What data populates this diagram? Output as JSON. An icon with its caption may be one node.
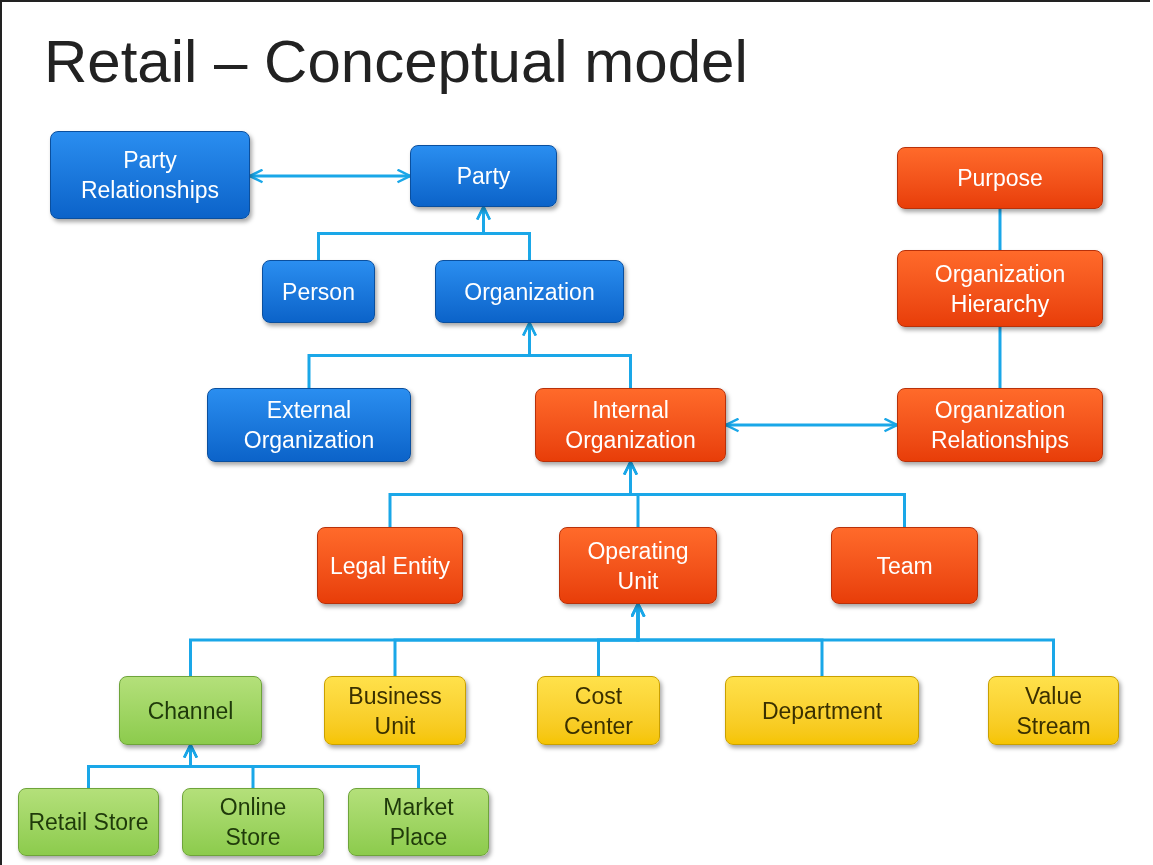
{
  "diagram": {
    "title": "Retail – Conceptual model",
    "nodes": [
      {
        "text": [
          "Party Relationships"
        ]
      },
      {
        "text": [
          "Party"
        ]
      },
      {
        "text": [
          "Person"
        ]
      },
      {
        "text": [
          "Organization"
        ]
      },
      {
        "text": [
          "External Organization"
        ]
      },
      {
        "text": [
          "Internal Organization"
        ]
      },
      {
        "text": [
          "Purpose"
        ]
      },
      {
        "text": [
          "Organization Hierarchy"
        ]
      },
      {
        "text": [
          "Organization Relationships"
        ]
      },
      {
        "text": [
          "Legal Entity"
        ]
      },
      {
        "text": [
          "Operating Unit"
        ]
      },
      {
        "text": [
          "Team"
        ]
      },
      {
        "text": [
          "Channel"
        ]
      },
      {
        "text": [
          "Business Unit"
        ]
      },
      {
        "text": [
          "Cost Center"
        ]
      },
      {
        "text": [
          "Department"
        ]
      },
      {
        "text": [
          "Value Stream"
        ]
      },
      {
        "text": [
          "Retail Store"
        ]
      },
      {
        "text": [
          "Online Store"
        ]
      },
      {
        "text": [
          "Market Place"
        ]
      }
    ],
    "edges": [
      {
        "from": 0,
        "to": 1,
        "arrow": "both"
      },
      {
        "from": 2,
        "to": 1,
        "arrow": "to"
      },
      {
        "from": 3,
        "to": 1,
        "arrow": "to"
      },
      {
        "from": 4,
        "to": 3,
        "arrow": "to"
      },
      {
        "from": 5,
        "to": 3,
        "arrow": "to"
      },
      {
        "from": 5,
        "to": 8,
        "arrow": "both"
      },
      {
        "from": 6,
        "to": 7,
        "arrow": "none"
      },
      {
        "from": 7,
        "to": 8,
        "arrow": "none"
      },
      {
        "from": 9,
        "to": 5,
        "arrow": "to"
      },
      {
        "from": 10,
        "to": 5,
        "arrow": "to"
      },
      {
        "from": 11,
        "to": 5,
        "arrow": "to"
      },
      {
        "from": 12,
        "to": 10,
        "arrow": "to"
      },
      {
        "from": 13,
        "to": 10,
        "arrow": "to"
      },
      {
        "from": 14,
        "to": 10,
        "arrow": "to"
      },
      {
        "from": 15,
        "to": 10,
        "arrow": "to"
      },
      {
        "from": 16,
        "to": 10,
        "arrow": "to"
      },
      {
        "from": 17,
        "to": 12,
        "arrow": "to"
      },
      {
        "from": 18,
        "to": 12,
        "arrow": "to"
      },
      {
        "from": 19,
        "to": 12,
        "arrow": "to"
      }
    ]
  }
}
